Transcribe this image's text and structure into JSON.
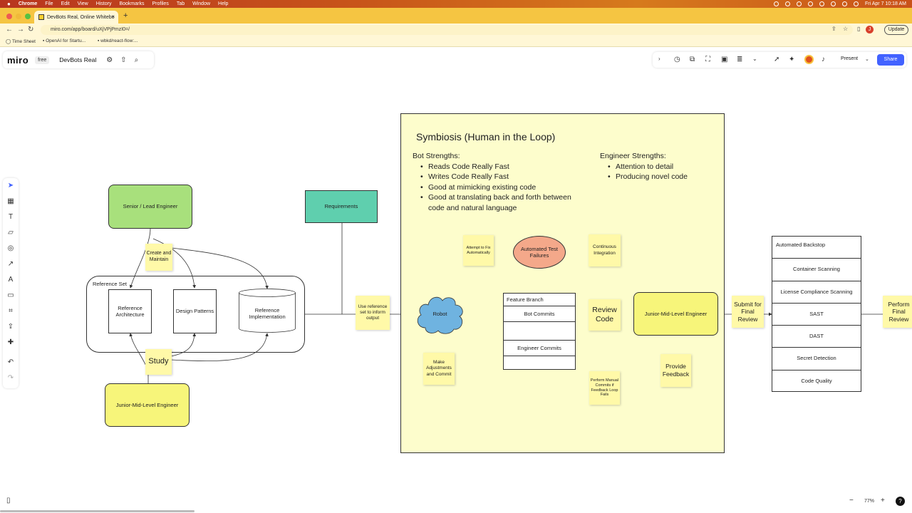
{
  "macbar": {
    "app": "Chrome",
    "menus": [
      "File",
      "Edit",
      "View",
      "History",
      "Bookmarks",
      "Profiles",
      "Tab",
      "Window",
      "Help"
    ],
    "clock": "Fri Apr 7  10:18 AM"
  },
  "browser": {
    "tab_title": "DevBots Real, Online Whitebo",
    "url": "miro.com/app/board/uXjVPjPmzI0=/",
    "update_label": "Update",
    "profile_initial": "J",
    "bookmarks": [
      "Time Sheet",
      "OpenAI for Startu...",
      "wbkd/react-flow:..."
    ]
  },
  "miro": {
    "logo": "miro",
    "plan": "free",
    "board_name": "DevBots Real",
    "present_label": "Present",
    "share_label": "Share",
    "zoom": "77%",
    "help": "?"
  },
  "board": {
    "senior_engineer": "Senior / Lead Engineer",
    "create_maintain": "Create and Maintain",
    "reference_set": "Reference Set",
    "reference_architecture": "Reference Architecture",
    "design_patterns": "Design Patterns",
    "reference_implementation": "Reference Implementation",
    "study": "Study",
    "junior_engineer_left": "Junior-Mid-Level Engineer",
    "requirements": "Requirements",
    "use_reference": "Use reference set to inform output",
    "symbiosis_title": "Symbiosis (Human in the Loop)",
    "bot_strengths_title": "Bot Strengths:",
    "bot_strengths": [
      "Reads Code Really Fast",
      "Writes Code Really Fast",
      "Good at mimicking existing code",
      "Good at translating back and forth between code and natural language"
    ],
    "engineer_strengths_title": "Engineer Strengths:",
    "engineer_strengths": [
      "Attention to detail",
      "Producing novel code"
    ],
    "attempt_fix": "Attempt to Fix Automatically",
    "automated_failures": "Automated Test Failures",
    "continuous_integration": "Continuous Integration",
    "robot": "Robot",
    "feature_branch": "Feature Branch",
    "bot_commits": "Bot Commits",
    "engineer_commits": "Engineer Commits",
    "review_code": "Review Code",
    "junior_engineer_right": "Junior-Mid-Level Engineer",
    "make_adjustments": "Make Adjustments and Commit",
    "perform_manual": "Perform Manual Commits if Feedback Loop Fails",
    "provide_feedback": "Provide Feedback",
    "submit_review": "Submit for Final Review",
    "backstop_items": [
      "Automated Backstop",
      "Container Scanning",
      "License Compliance Scanning",
      "SAST",
      "DAST",
      "Secret Detection",
      "Code Quality"
    ],
    "perform_final": "Perform Final Review"
  },
  "colors": {
    "green_box": "#a8e07c",
    "teal_box": "#5fcfae",
    "yellow_box": "#f7f57a",
    "panel_bg": "#fdfdcc",
    "sticky": "#fff9a8",
    "salmon": "#f4a88a",
    "cloud": "#6fb3e0",
    "share_blue": "#4262ff",
    "tab_yellow": "#f5c542",
    "red_arrow": "#d3202c"
  }
}
